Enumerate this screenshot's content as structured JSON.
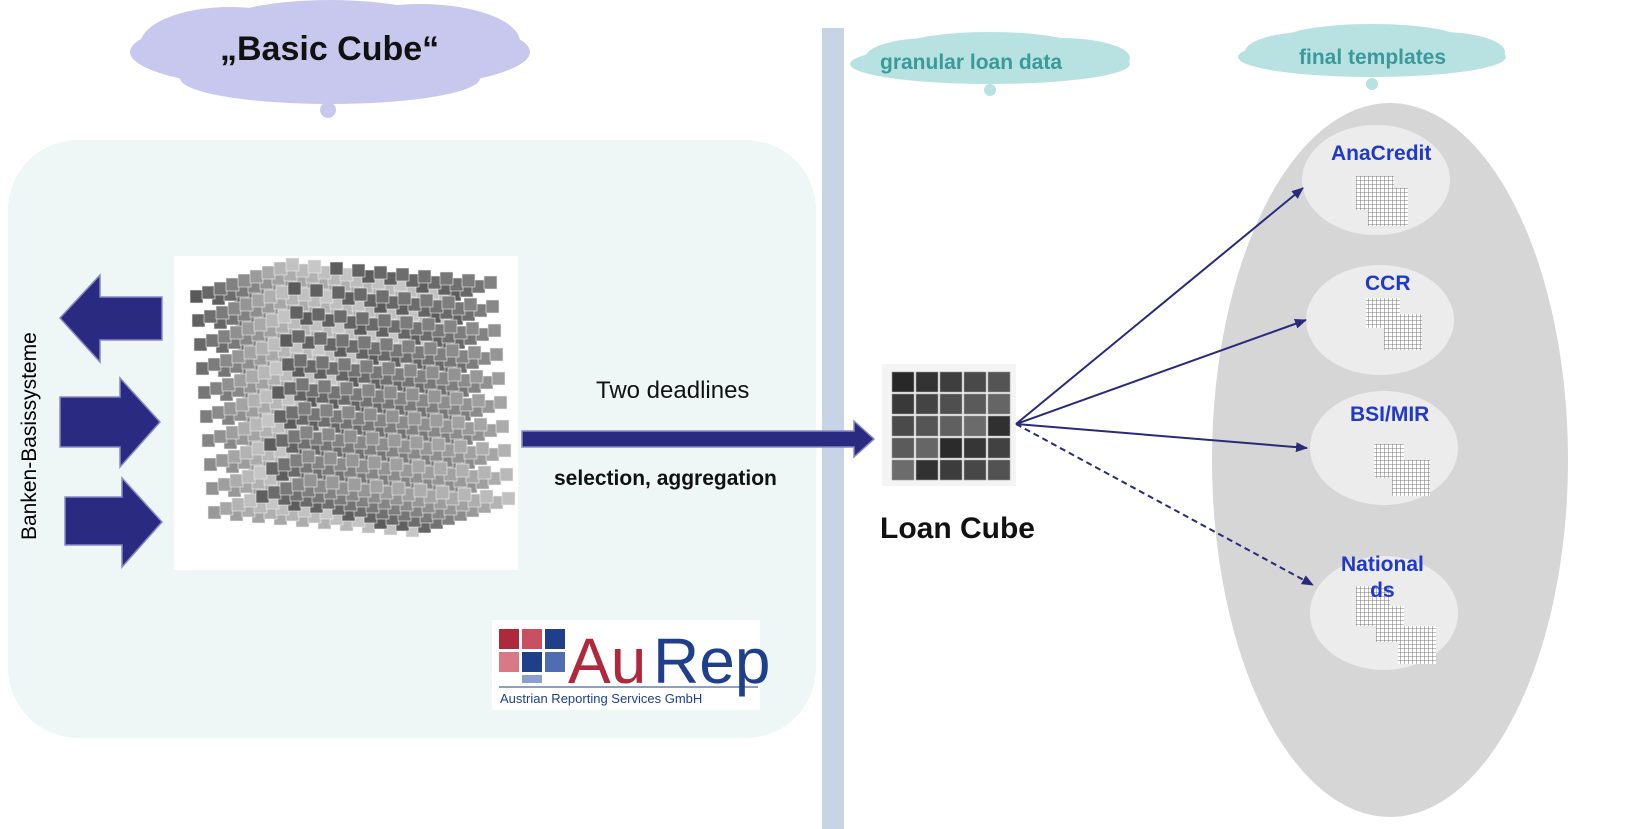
{
  "clouds": {
    "basic_cube": "„Basic Cube“",
    "granular_loan_data": "granular loan data",
    "final_templates": "final templates"
  },
  "left_panel": {
    "vertical_label": "Banken-Basissysteme"
  },
  "flow": {
    "upper_label": "Two deadlines",
    "lower_label": "selection, aggregation"
  },
  "loan_cube": {
    "label": "Loan Cube"
  },
  "templates": [
    {
      "label": "AnaCredit"
    },
    {
      "label": "CCR"
    },
    {
      "label": "BSI/MIR"
    },
    {
      "label": "National\nds"
    }
  ],
  "logo": {
    "name": "AuRep",
    "subtitle": "Austrian Reporting Services GmbH"
  },
  "colors": {
    "arrow_navy": "#2a2a7a",
    "cloud_lilac": "#c8c8ee",
    "cloud_teal": "#b8e2e2",
    "panel_mint": "#eef7f6",
    "divider_blue": "#c6d4e6",
    "ellipse_grey": "#d6d6d6",
    "node_grey": "#ececec",
    "label_blue": "#1f39c8",
    "logo_red": "#b0283c",
    "logo_blue": "#1f3f8a"
  }
}
